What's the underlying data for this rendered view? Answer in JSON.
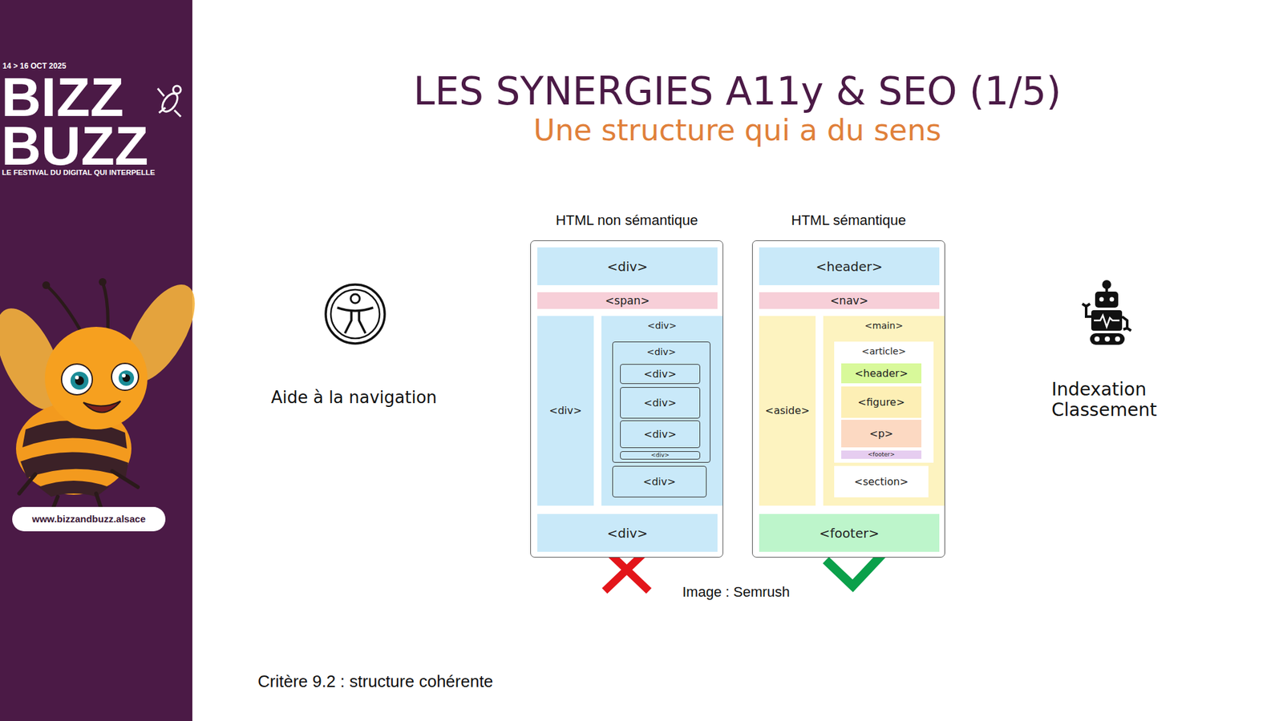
{
  "diagram": {
    "title": "LES SYNERGIES A11y & SEO (1/5)",
    "nodes": [
      {
        "text": [
          "HTML non sémantique"
        ]
      },
      {
        "text": [
          "<div>"
        ],
        "in": 0
      },
      {
        "text": [
          "<span>"
        ],
        "in": 0
      },
      {
        "text": [
          "<div>"
        ],
        "in": 0
      },
      {
        "text": [
          "<div>"
        ],
        "in": 0
      },
      {
        "text": [
          "<div>"
        ],
        "in": 4
      },
      {
        "text": [
          "<div>"
        ],
        "in": 5
      },
      {
        "text": [
          "<div>"
        ],
        "in": 5
      },
      {
        "text": [
          "<div>"
        ],
        "in": 5
      },
      {
        "text": [
          "<div>"
        ],
        "in": 5
      },
      {
        "text": [
          "<div>"
        ],
        "in": 4
      },
      {
        "text": [
          "<div>"
        ],
        "in": 0
      },
      {
        "text": [
          "HTML sémantique"
        ]
      },
      {
        "text": [
          "<header>"
        ],
        "in": 12
      },
      {
        "text": [
          "<nav>"
        ],
        "in": 12
      },
      {
        "text": [
          "<aside>"
        ],
        "in": 12
      },
      {
        "text": [
          "<main>"
        ],
        "in": 12
      },
      {
        "text": [
          "<article>"
        ],
        "in": 16
      },
      {
        "text": [
          "<header>"
        ],
        "in": 17
      },
      {
        "text": [
          "<figure>"
        ],
        "in": 17
      },
      {
        "text": [
          "<p>"
        ],
        "in": 17
      },
      {
        "text": [
          "<footer>"
        ],
        "in": 17
      },
      {
        "text": [
          "<section>"
        ],
        "in": 16
      },
      {
        "text": [
          "<footer>"
        ],
        "in": 12
      }
    ],
    "labels": [
      "14 > 16 OCT 2025",
      "BIZZ",
      "BUZZ",
      "LE FESTIVAL DU DIGITAL QUI INTERPELLE",
      "www.bizzandbuzz.alsace",
      "Une structure qui a du sens",
      "Aide à la navigation",
      "Indexation Classement",
      "Image : Semrush",
      "Critère 9.2 : structure cohérente"
    ]
  }
}
